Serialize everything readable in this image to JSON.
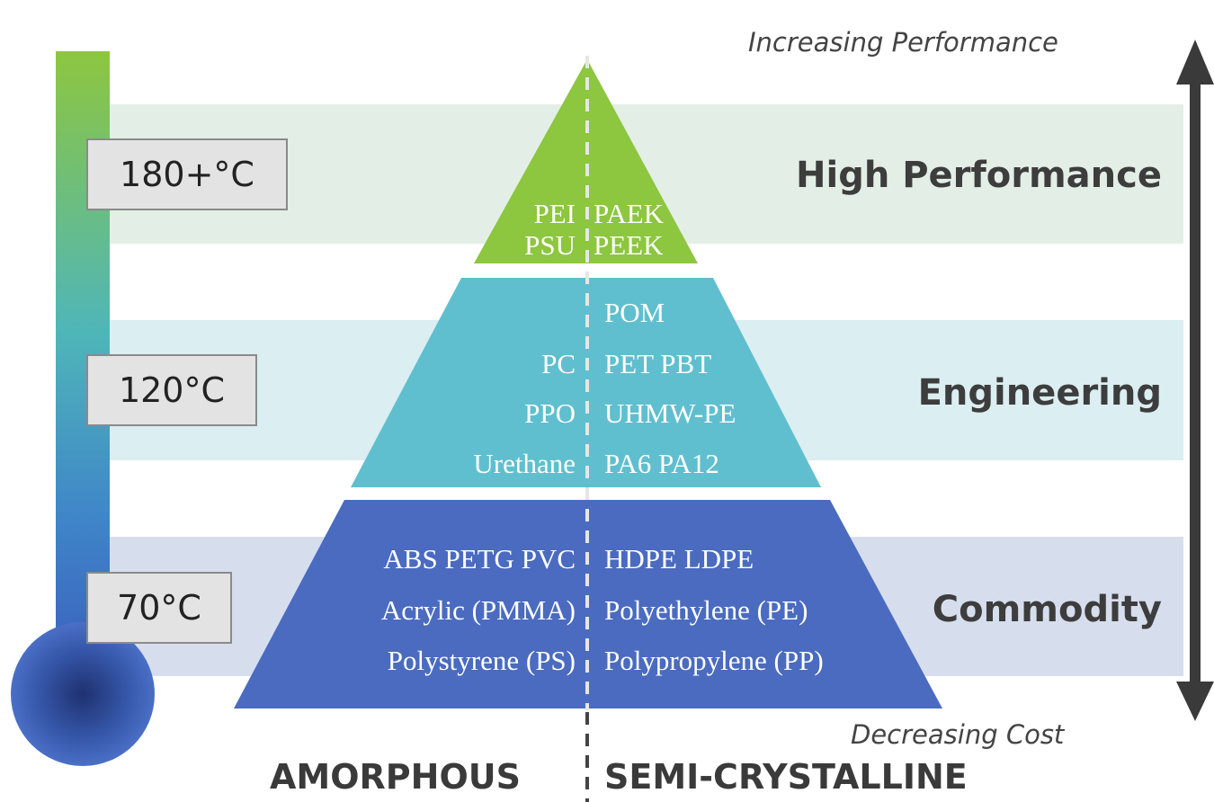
{
  "header": {
    "performance_note": "Increasing Performance"
  },
  "footer": {
    "cost_note": "Decreasing Cost",
    "amorphous_label": "AMORPHOUS",
    "semi_crystalline_label": "SEMI-CRYSTALLINE"
  },
  "temperatures": [
    "180+°C",
    "120°C",
    "70°C"
  ],
  "tiers": [
    {
      "name": "High Performance",
      "color": "#8dc63f",
      "band_color": "#e3efe6",
      "amorphous": [
        "PEI",
        "PSU"
      ],
      "semi_crystalline": [
        "PAEK",
        "PEEK"
      ]
    },
    {
      "name": "Engineering",
      "color": "#5fbfcf",
      "band_color": "#dbeef2",
      "amorphous": [
        "PC",
        "PPO",
        "Urethane"
      ],
      "semi_crystalline": [
        "POM",
        "PET PBT",
        "UHMW-PE",
        "PA6 PA12"
      ]
    },
    {
      "name": "Commodity",
      "color": "#4a6bbf",
      "band_color": "#d6deee",
      "amorphous": [
        "ABS PETG PVC",
        "Acrylic (PMMA)",
        "Polystyrene (PS)"
      ],
      "semi_crystalline": [
        "HDPE LDPE",
        "Polyethylene (PE)",
        "Polypropylene (PP)"
      ]
    }
  ],
  "icons": {
    "thermometer": "thermometer-icon",
    "arrow": "double-arrow-icon"
  }
}
